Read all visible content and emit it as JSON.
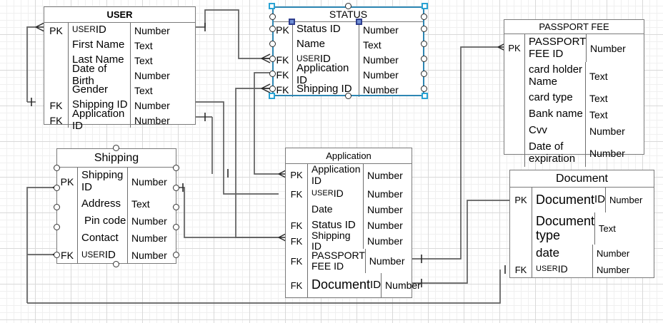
{
  "diagram": {
    "title": "ER Diagram",
    "selected_entity": "STATUS",
    "colors": {
      "entity_border": "#7a7a7a",
      "connector": "#5f5f5f",
      "selection": "#2d86b3",
      "handle_fill": "#ffffff",
      "grid_minor": "#f0f0f0",
      "grid_major": "#d9d9d9"
    }
  },
  "types": {
    "number": "Number",
    "text": "Text"
  },
  "keys": {
    "pk": "PK",
    "fk": "FK"
  },
  "entities": {
    "user": {
      "name": "USER",
      "fields": [
        {
          "key": "PK",
          "name_small": "USER",
          "name_rest": " ID",
          "type": "Number"
        },
        {
          "key": "",
          "name": "First Name",
          "type": "Text"
        },
        {
          "key": "",
          "name": "Last Name",
          "type": "Text"
        },
        {
          "key": "",
          "name": "Date of Birth",
          "type": "Number"
        },
        {
          "key": "",
          "name": "Gender",
          "type": "Text"
        },
        {
          "key": "FK",
          "name": "Shipping ID",
          "type": "Number"
        },
        {
          "key": "FK",
          "name": "Application ID",
          "type": "Number"
        }
      ]
    },
    "status": {
      "name": "STATUS",
      "fields": [
        {
          "key": "PK",
          "name": "Status ID",
          "type": "Number"
        },
        {
          "key": "",
          "name": "Name",
          "type": "Text"
        },
        {
          "key": "FK",
          "name_small": "USER",
          "name_rest": " ID",
          "type": "Number"
        },
        {
          "key": "FK",
          "name": "Application ID",
          "type": "Number"
        },
        {
          "key": "FK",
          "name": "Shipping ID",
          "type": "Number"
        }
      ]
    },
    "passport_fee": {
      "name": "PASSPORT FEE",
      "fields": [
        {
          "key": "PK",
          "name": "PASSPORT FEE ID",
          "type": "Number"
        },
        {
          "key": "",
          "name": "card holder Name",
          "type": "Text"
        },
        {
          "key": "",
          "name": "card type",
          "type": "Text"
        },
        {
          "key": "",
          "name": "Bank name",
          "type": "Text"
        },
        {
          "key": "",
          "name": "Cvv",
          "type": "Number"
        },
        {
          "key": "",
          "name": "Date of expiration",
          "type": "Number"
        }
      ]
    },
    "shipping": {
      "name": "Shipping",
      "fields": [
        {
          "key": "PK",
          "name": "Shipping ID",
          "type": "Number"
        },
        {
          "key": "",
          "name": "Address",
          "type": "Text"
        },
        {
          "key": "",
          "name": "Pin code",
          "type": "Number"
        },
        {
          "key": "",
          "name": "Contact",
          "type": "Number"
        },
        {
          "key": "FK",
          "name_small": "USER",
          "name_rest": " ID",
          "type": "Number"
        }
      ]
    },
    "application": {
      "name": "Application",
      "fields": [
        {
          "key": "PK",
          "name": "Application ID",
          "type": "Number"
        },
        {
          "key": "FK",
          "name_small": "USER",
          "name_rest": " ID",
          "type": "Number"
        },
        {
          "key": "",
          "name": "Date",
          "type": "Number"
        },
        {
          "key": "FK",
          "name": "Status ID",
          "type": "Number"
        },
        {
          "key": "FK",
          "name": "Shipping ID",
          "type": "Number"
        },
        {
          "key": "FK",
          "name": "PASSPORT FEE ID",
          "type": "Number"
        },
        {
          "key": "FK",
          "name_big": "Document",
          "name_rest": " ID",
          "type": "Number"
        }
      ]
    },
    "document": {
      "name": "Document",
      "fields": [
        {
          "key": "PK",
          "name_big": "Document",
          "name_rest": " ID",
          "type": "Number"
        },
        {
          "key": "",
          "name_big": "Document type",
          "type": "Text"
        },
        {
          "key": "",
          "name_mid": "date",
          "type": "Number"
        },
        {
          "key": "FK",
          "name_small": "USER",
          "name_rest": " ID",
          "type": "Number"
        }
      ]
    }
  }
}
